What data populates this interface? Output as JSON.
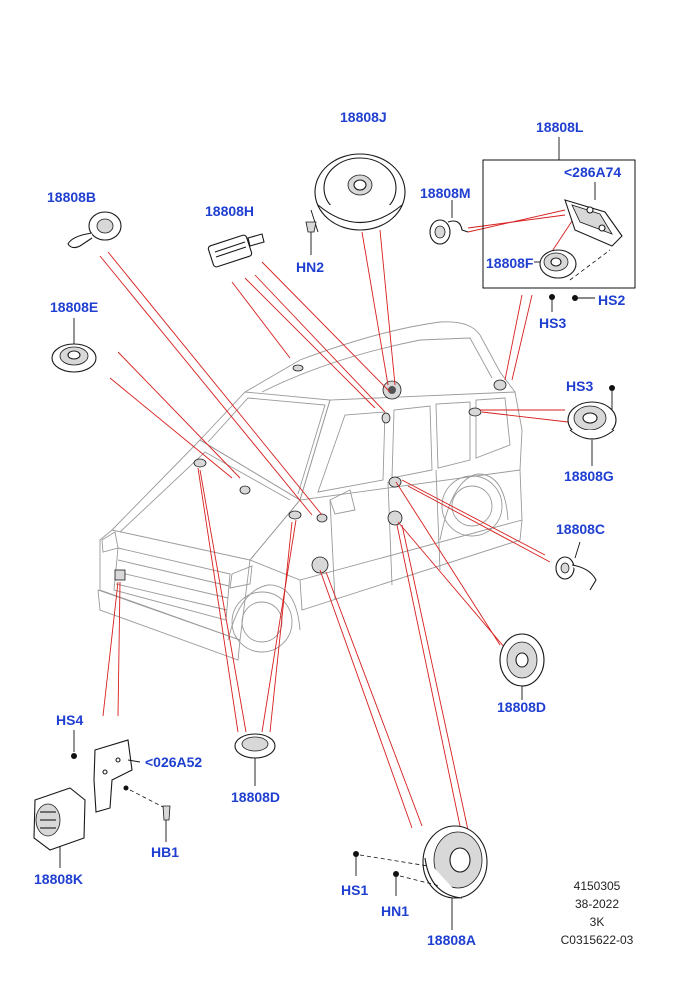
{
  "callouts": {
    "a": "18808A",
    "b": "18808B",
    "c": "18808C",
    "d_front": "18808D",
    "d_rear": "18808D",
    "e": "18808E",
    "f": "18808F",
    "g": "18808G",
    "h": "18808H",
    "j": "18808J",
    "k": "18808K",
    "l": "18808L",
    "m": "18808M",
    "ref_286": "<286A74",
    "ref_026": "<026A52",
    "hn1": "HN1",
    "hn2": "HN2",
    "hs1": "HS1",
    "hs2": "HS2",
    "hs3_bottom": "HS3",
    "hs3_right": "HS3",
    "hs4": "HS4",
    "hb1": "HB1"
  },
  "reference_block": {
    "line1": "4150305",
    "line2": "38-2022",
    "line3": "3K",
    "line4": "C0315622-03"
  },
  "colors": {
    "callout": "#1f3fd1",
    "leader": "#d81e1e",
    "line_art": "#1a1a1a",
    "vehicle": "#9a9a9a"
  }
}
